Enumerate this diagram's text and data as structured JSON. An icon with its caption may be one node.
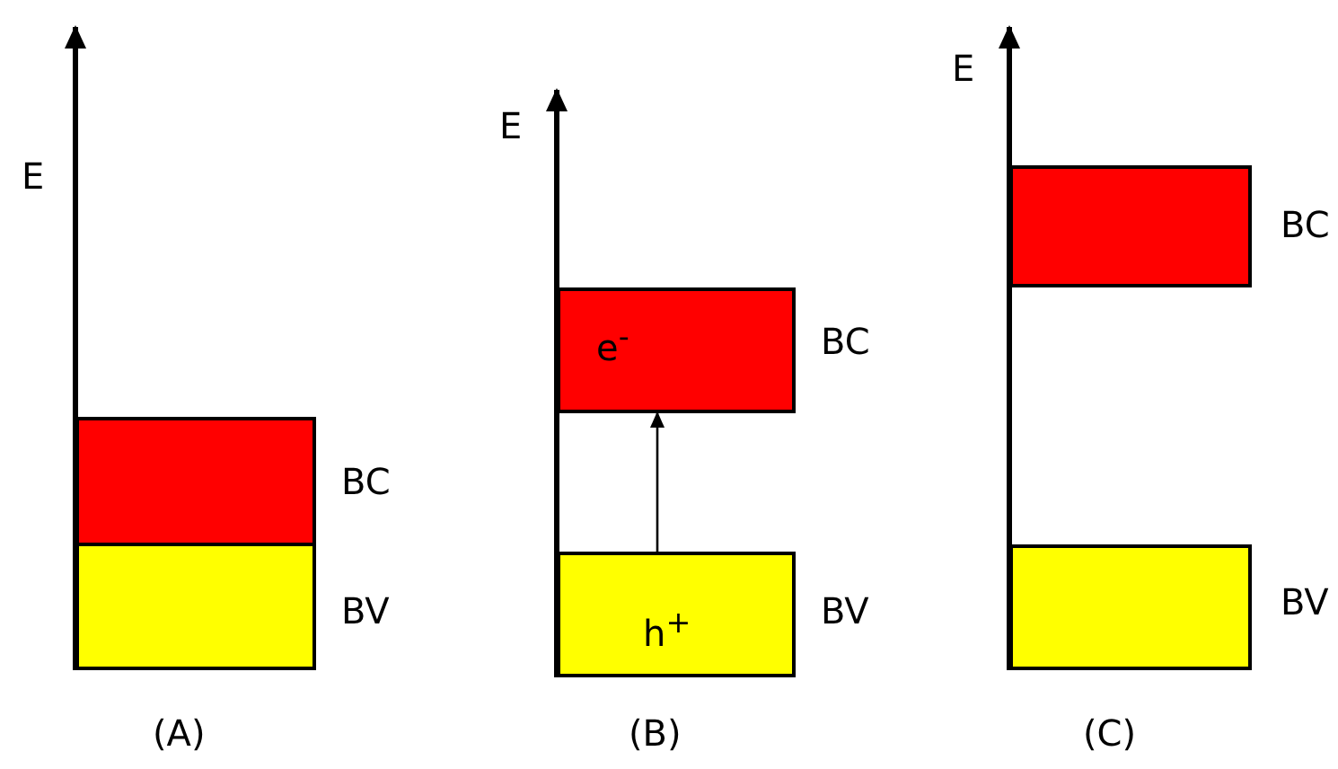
{
  "diagram": {
    "nodes": [
      {
        "text": [],
        "shape": "box",
        "beside": [
          "BC"
        ]
      },
      {
        "text": [],
        "shape": "box",
        "beside": [
          "BV"
        ]
      },
      {
        "text": [
          "e$^{-}$"
        ],
        "beside": [
          "BC"
        ]
      },
      {
        "text": [
          "h$^{+}$"
        ],
        "beside": [
          "BV"
        ]
      },
      {
        "text": [],
        "shape": "box",
        "beside": [
          "BC"
        ]
      },
      {
        "text": [],
        "shape": "box",
        "beside": [
          "BV"
        ]
      }
    ],
    "edges": [
      {
        "from": 3,
        "to": 2,
        "arrow": "to"
      }
    ],
    "labels": [
      "E",
      "(A)",
      "E",
      "(B)",
      "E",
      "(C)"
    ]
  }
}
